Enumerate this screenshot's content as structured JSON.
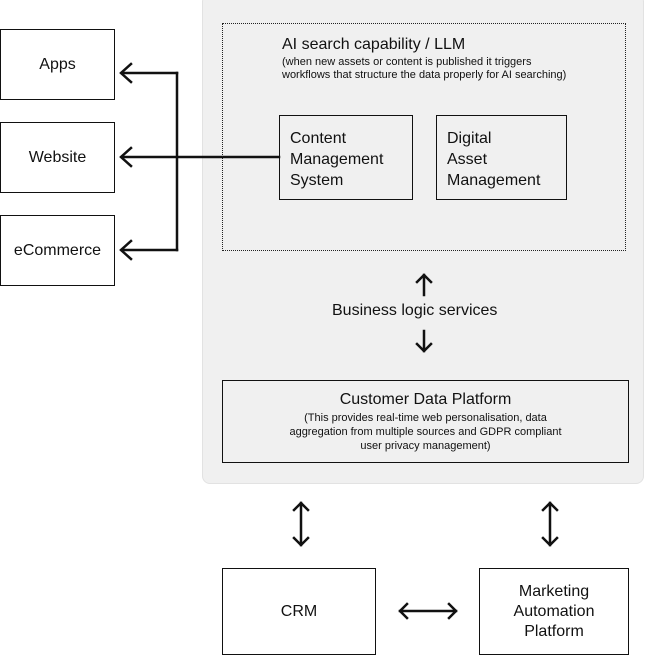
{
  "diagram": {
    "channels": [
      {
        "id": "apps",
        "label": "Apps"
      },
      {
        "id": "website",
        "label": "Website"
      },
      {
        "id": "ecommerce",
        "label": "eCommerce"
      }
    ],
    "ai_layer": {
      "title": "AI search capability / LLM",
      "description": "(when new assets or content is published it triggers workflows that structure the data properly for AI searching)",
      "systems": [
        {
          "id": "cms",
          "label": "Content Management System",
          "lines": [
            "Content",
            "Management",
            "System"
          ]
        },
        {
          "id": "dam",
          "label": "Digital Asset Management",
          "lines": [
            "Digital",
            "Asset",
            "Management"
          ]
        }
      ]
    },
    "business_logic": {
      "label": "Business logic services"
    },
    "cdp": {
      "title": "Customer Data Platform",
      "description_lines": [
        "(This provides real-time web personalisation, data",
        "aggregation from multiple sources and GDPR compliant",
        "user privacy management)"
      ]
    },
    "bottom": [
      {
        "id": "crm",
        "label": "CRM"
      },
      {
        "id": "map",
        "label": "Marketing Automation Platform",
        "lines": [
          "Marketing",
          "Automation",
          "Platform"
        ]
      }
    ],
    "connections": [
      {
        "from": "cms",
        "to": "apps",
        "type": "one-way"
      },
      {
        "from": "cms",
        "to": "website",
        "type": "one-way"
      },
      {
        "from": "cms",
        "to": "ecommerce",
        "type": "one-way"
      },
      {
        "from": "ai_layer",
        "to": "business_logic",
        "type": "bidirectional"
      },
      {
        "from": "business_logic",
        "to": "cdp",
        "type": "bidirectional"
      },
      {
        "from": "cdp",
        "to": "crm",
        "type": "bidirectional"
      },
      {
        "from": "cdp",
        "to": "map",
        "type": "bidirectional"
      },
      {
        "from": "crm",
        "to": "map",
        "type": "bidirectional"
      }
    ],
    "colors": {
      "panel": "#f0f0f0",
      "stroke": "#111111",
      "background": "#ffffff"
    }
  }
}
